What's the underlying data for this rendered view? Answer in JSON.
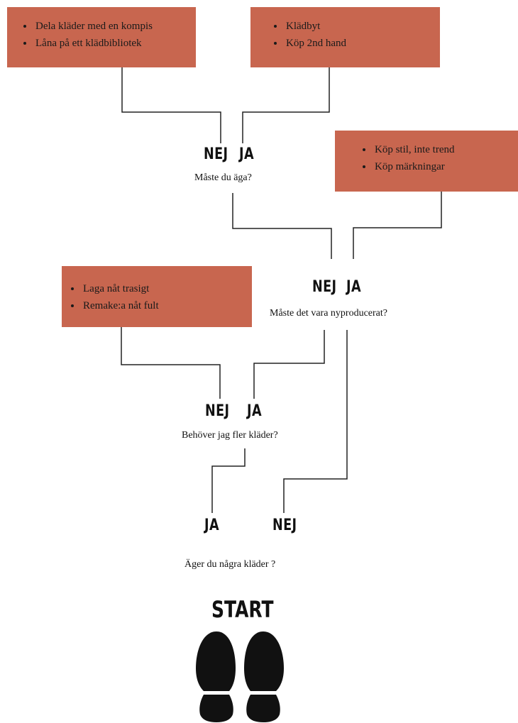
{
  "boxes": [
    {
      "items": [
        "Dela kläder med en kompis",
        "Låna på ett klädbibliotek"
      ]
    },
    {
      "items": [
        "Klädbyt",
        "Köp 2nd hand"
      ]
    },
    {
      "items": [
        "Köp stil, inte trend",
        "Köp märkningar"
      ]
    },
    {
      "items": [
        "Laga nåt trasigt",
        "Remake:a nåt fult"
      ]
    }
  ],
  "questions": {
    "own_clothes": "Äger du några kläder ?",
    "need_more": "Behöver jag fler kläder?",
    "new_produced": "Måste det vara nyproducerat?",
    "must_own": "Måste du äga?"
  },
  "answers": {
    "yes": "JA",
    "no": "NEJ"
  },
  "start": {
    "label": "START",
    "icon": "footprints-icon"
  },
  "colors": {
    "box": "#c8664f",
    "ink": "#111111"
  }
}
